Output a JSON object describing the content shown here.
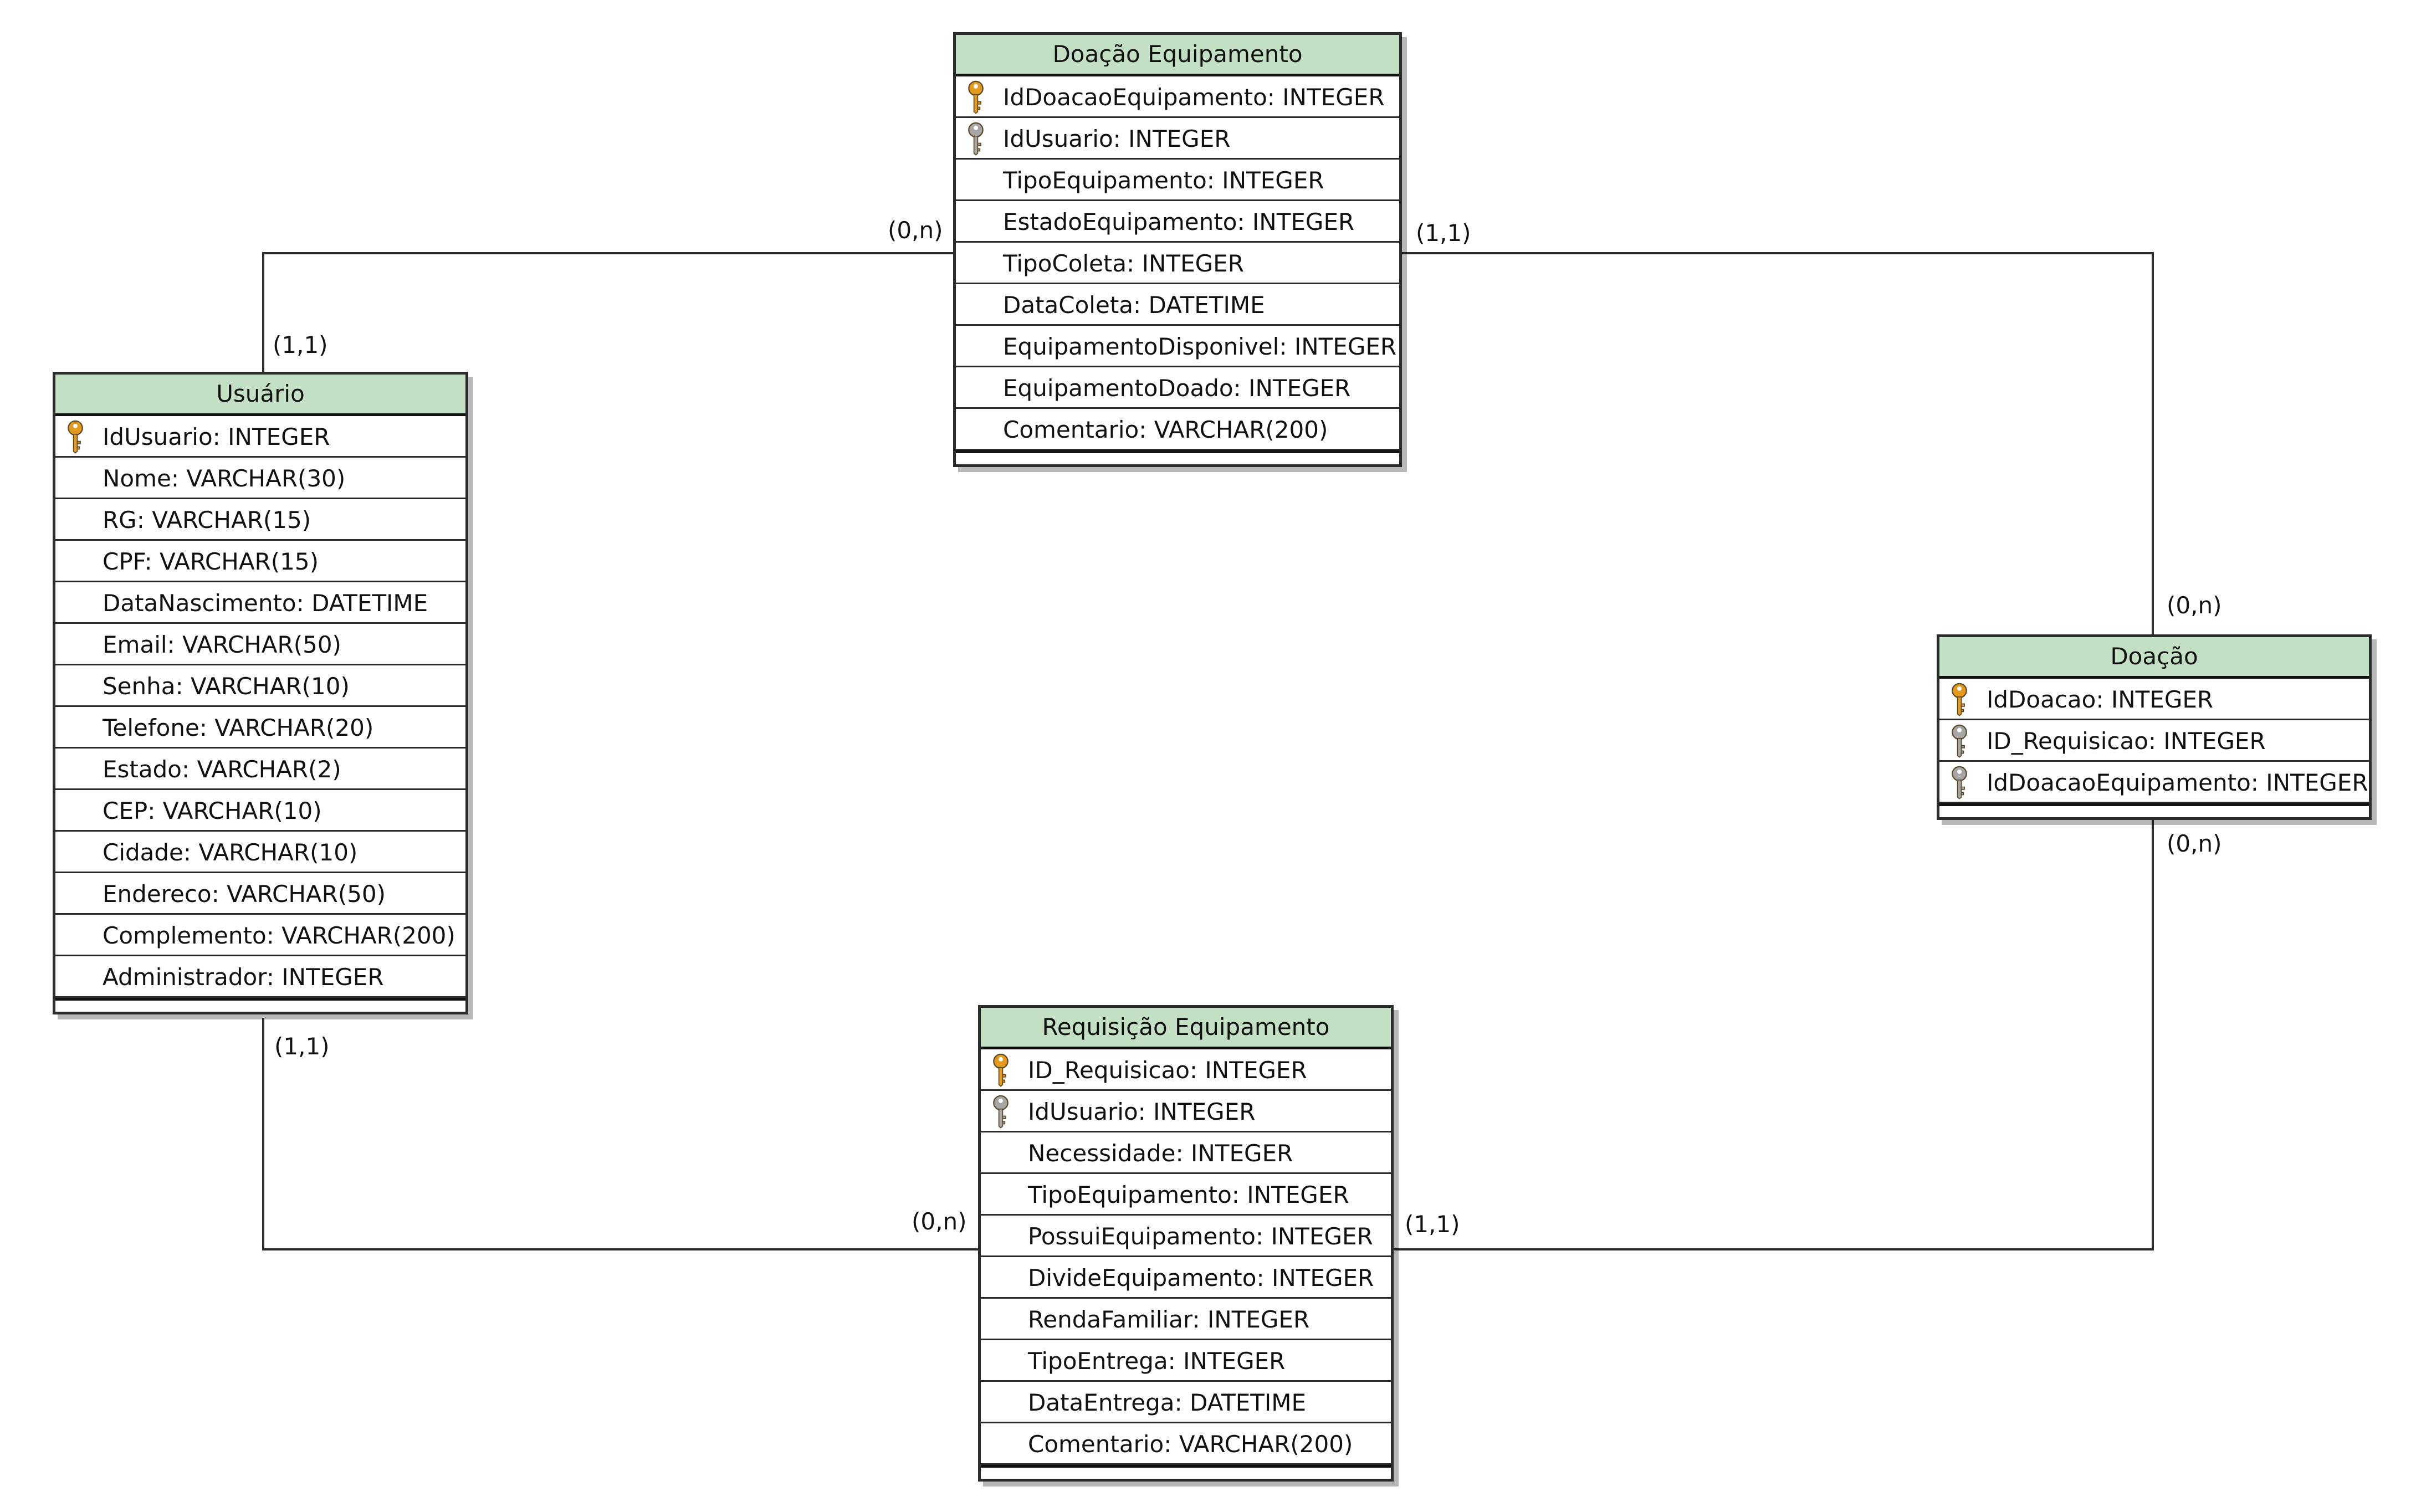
{
  "diagram": {
    "colors": {
      "header_fill": "#c4e0c4",
      "line": "#2b2b2b",
      "primary_key": "#e39a1e",
      "foreign_key": "#a6a6a6"
    },
    "entities": [
      {
        "title": "Doação Equipamento",
        "fields": [
          {
            "text": "IdDoacaoEquipamento: INTEGER",
            "key": "primary"
          },
          {
            "text": "IdUsuario: INTEGER",
            "key": "foreign"
          },
          {
            "text": "TipoEquipamento: INTEGER",
            "key": ""
          },
          {
            "text": "EstadoEquipamento: INTEGER",
            "key": ""
          },
          {
            "text": "TipoColeta: INTEGER",
            "key": ""
          },
          {
            "text": "DataColeta: DATETIME",
            "key": ""
          },
          {
            "text": "EquipamentoDisponivel: INTEGER",
            "key": ""
          },
          {
            "text": "EquipamentoDoado: INTEGER",
            "key": ""
          },
          {
            "text": "Comentario: VARCHAR(200)",
            "key": ""
          }
        ]
      },
      {
        "title": "Usuário",
        "fields": [
          {
            "text": "IdUsuario: INTEGER",
            "key": "primary"
          },
          {
            "text": "Nome: VARCHAR(30)",
            "key": ""
          },
          {
            "text": "RG: VARCHAR(15)",
            "key": ""
          },
          {
            "text": "CPF: VARCHAR(15)",
            "key": ""
          },
          {
            "text": "DataNascimento: DATETIME",
            "key": ""
          },
          {
            "text": "Email: VARCHAR(50)",
            "key": ""
          },
          {
            "text": "Senha: VARCHAR(10)",
            "key": ""
          },
          {
            "text": "Telefone: VARCHAR(20)",
            "key": ""
          },
          {
            "text": "Estado: VARCHAR(2)",
            "key": ""
          },
          {
            "text": "CEP: VARCHAR(10)",
            "key": ""
          },
          {
            "text": "Cidade: VARCHAR(10)",
            "key": ""
          },
          {
            "text": "Endereco: VARCHAR(50)",
            "key": ""
          },
          {
            "text": "Complemento: VARCHAR(200)",
            "key": ""
          },
          {
            "text": "Administrador: INTEGER",
            "key": ""
          }
        ]
      },
      {
        "title": "Doação",
        "fields": [
          {
            "text": "IdDoacao: INTEGER",
            "key": "primary"
          },
          {
            "text": "ID_Requisicao: INTEGER",
            "key": "foreign"
          },
          {
            "text": "IdDoacaoEquipamento: INTEGER",
            "key": "foreign"
          }
        ]
      },
      {
        "title": "Requisição Equipamento",
        "fields": [
          {
            "text": "ID_Requisicao: INTEGER",
            "key": "primary"
          },
          {
            "text": "IdUsuario: INTEGER",
            "key": "foreign"
          },
          {
            "text": "Necessidade: INTEGER",
            "key": ""
          },
          {
            "text": "TipoEquipamento: INTEGER",
            "key": ""
          },
          {
            "text": "PossuiEquipamento: INTEGER",
            "key": ""
          },
          {
            "text": "DivideEquipamento: INTEGER",
            "key": ""
          },
          {
            "text": "RendaFamiliar: INTEGER",
            "key": ""
          },
          {
            "text": "TipoEntrega: INTEGER",
            "key": ""
          },
          {
            "text": "DataEntrega: DATETIME",
            "key": ""
          },
          {
            "text": "Comentario: VARCHAR(200)",
            "key": ""
          }
        ]
      }
    ],
    "relationships": [
      {
        "from": "Usuário",
        "to": "Doação Equipamento",
        "from_card": "(1,1)",
        "to_card": "(0,n)"
      },
      {
        "from": "Doação Equipamento",
        "to": "Doação",
        "from_card": "(1,1)",
        "to_card": "(0,n)"
      },
      {
        "from": "Usuário",
        "to": "Requisição Equipamento",
        "from_card": "(1,1)",
        "to_card": "(0,n)"
      },
      {
        "from": "Requisição Equipamento",
        "to": "Doação",
        "from_card": "(1,1)",
        "to_card": "(0,n)"
      }
    ]
  }
}
